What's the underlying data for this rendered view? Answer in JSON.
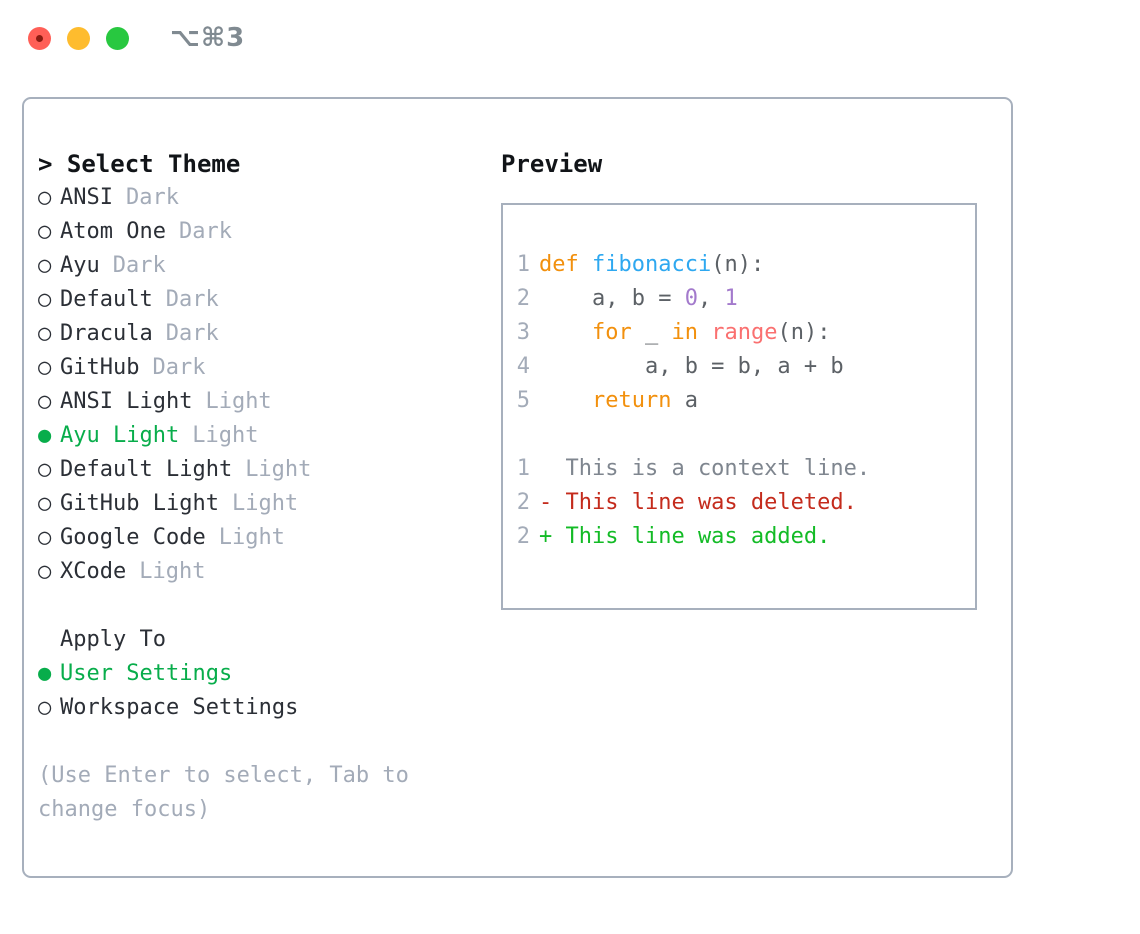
{
  "window": {
    "title": "⌥⌘3",
    "traffic_lights": [
      {
        "name": "close",
        "color": "#ff5f57"
      },
      {
        "name": "minimize",
        "color": "#febc2e"
      },
      {
        "name": "maximize",
        "color": "#28c840"
      }
    ]
  },
  "theme_picker": {
    "header": "> Select Theme",
    "selected_bullet": "●",
    "unselected_bullet": "○",
    "items": [
      {
        "label": "ANSI",
        "kind": "Dark",
        "selected": false
      },
      {
        "label": "Atom One",
        "kind": "Dark",
        "selected": false
      },
      {
        "label": "Ayu",
        "kind": "Dark",
        "selected": false
      },
      {
        "label": "Default",
        "kind": "Dark",
        "selected": false
      },
      {
        "label": "Dracula",
        "kind": "Dark",
        "selected": false
      },
      {
        "label": "GitHub",
        "kind": "Dark",
        "selected": false
      },
      {
        "label": "ANSI Light",
        "kind": "Light",
        "selected": false
      },
      {
        "label": "Ayu Light",
        "kind": "Light",
        "selected": true
      },
      {
        "label": "Default Light",
        "kind": "Light",
        "selected": false
      },
      {
        "label": "GitHub Light",
        "kind": "Light",
        "selected": false
      },
      {
        "label": "Google Code",
        "kind": "Light",
        "selected": false
      },
      {
        "label": "XCode",
        "kind": "Light",
        "selected": false
      }
    ]
  },
  "apply_to": {
    "header": "Apply To",
    "items": [
      {
        "label": "User Settings",
        "selected": true
      },
      {
        "label": "Workspace Settings",
        "selected": false
      }
    ]
  },
  "hint": "(Use Enter to select, Tab to change focus)",
  "preview": {
    "header": "Preview",
    "code_lines": [
      {
        "number": "1",
        "tokens": [
          {
            "text": "def ",
            "type": "keyword"
          },
          {
            "text": "fibonacci",
            "type": "function"
          },
          {
            "text": "(n):",
            "type": "plain"
          }
        ]
      },
      {
        "number": "2",
        "tokens": [
          {
            "text": "    a, b = ",
            "type": "plain"
          },
          {
            "text": "0",
            "type": "number"
          },
          {
            "text": ", ",
            "type": "plain"
          },
          {
            "text": "1",
            "type": "number"
          }
        ]
      },
      {
        "number": "3",
        "tokens": [
          {
            "text": "    ",
            "type": "plain"
          },
          {
            "text": "for",
            "type": "keyword"
          },
          {
            "text": " _ ",
            "type": "plain"
          },
          {
            "text": "in",
            "type": "keyword"
          },
          {
            "text": " ",
            "type": "plain"
          },
          {
            "text": "range",
            "type": "builtin"
          },
          {
            "text": "(n):",
            "type": "plain"
          }
        ]
      },
      {
        "number": "4",
        "tokens": [
          {
            "text": "        a, b = b, a + b",
            "type": "plain"
          }
        ]
      },
      {
        "number": "5",
        "tokens": [
          {
            "text": "    ",
            "type": "plain"
          },
          {
            "text": "return",
            "type": "keyword"
          },
          {
            "text": " a",
            "type": "plain"
          }
        ]
      }
    ],
    "diff_lines": [
      {
        "number": "1",
        "marker": " ",
        "text": " This is a context line.",
        "type": "context"
      },
      {
        "number": "2",
        "marker": "-",
        "text": " This line was deleted.",
        "type": "deleted"
      },
      {
        "number": "2",
        "marker": "+",
        "text": " This line was added.",
        "type": "added"
      }
    ]
  },
  "colors": {
    "border": "#a7b0bd",
    "accent_green": "#08ad4b",
    "muted": "#a3abb8",
    "text": "#2b2f36",
    "syntax_keyword": "#f2900d",
    "syntax_function": "#2ea8f0",
    "syntax_number": "#a37acc",
    "syntax_builtin": "#fa7070",
    "syntax_plain": "#5c6166",
    "diff_context": "#7f868f",
    "diff_deleted": "#c42b1c",
    "diff_added": "#13bb26"
  }
}
